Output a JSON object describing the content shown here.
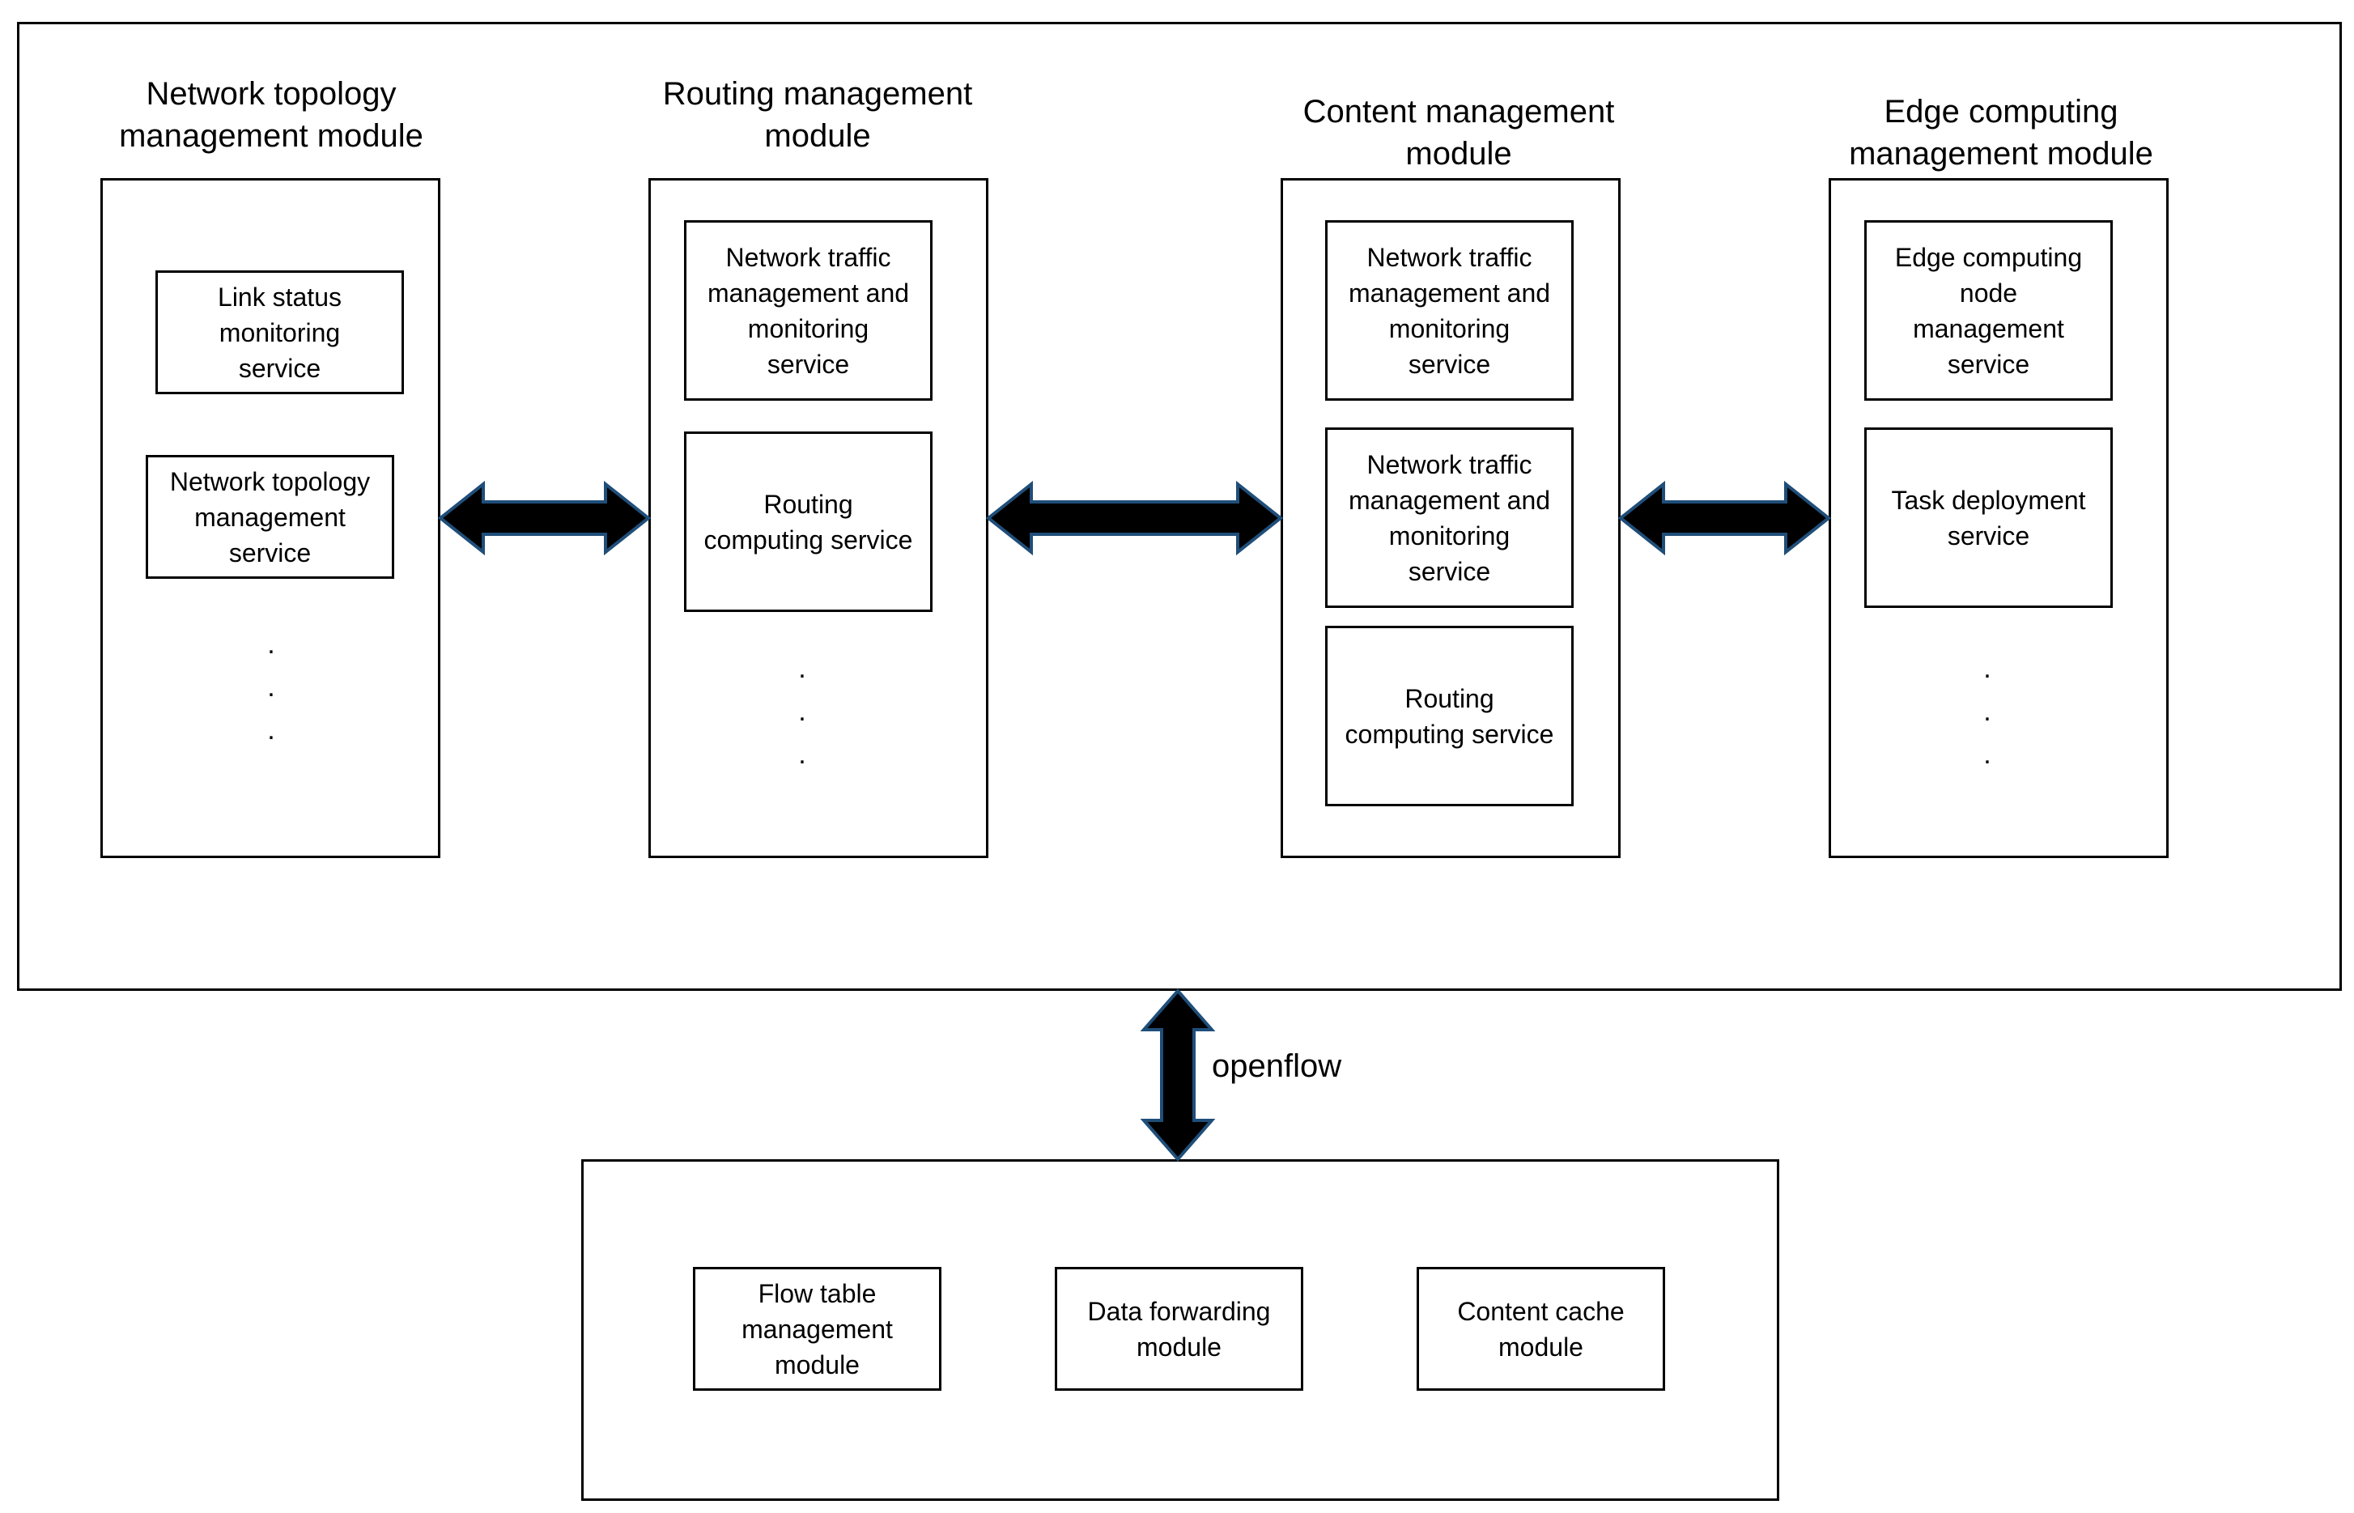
{
  "control_plane": {
    "modules": [
      {
        "title": "Network topology\nmanagement module",
        "services": [
          "Link status\nmonitoring\nservice",
          "Network topology\nmanagement\nservice"
        ],
        "ellipsis": ".\n.\n."
      },
      {
        "title": "Routing management\nmodule",
        "services": [
          "Network traffic\nmanagement and\nmonitoring\nservice",
          "Routing\ncomputing service"
        ],
        "ellipsis": ".\n.\n."
      },
      {
        "title": "Content management\nmodule",
        "services": [
          "Network traffic\nmanagement and\nmonitoring\nservice",
          "Network traffic\nmanagement and\nmonitoring\nservice",
          "Routing\ncomputing service"
        ]
      },
      {
        "title": "Edge computing\nmanagement module",
        "services": [
          "Edge computing\nnode\nmanagement\nservice",
          "Task deployment\nservice"
        ],
        "ellipsis": ".\n.\n."
      }
    ]
  },
  "interface_label": "openflow",
  "data_plane": {
    "modules": [
      "Flow table\nmanagement\nmodule",
      "Data forwarding\nmodule",
      "Content cache\nmodule"
    ]
  }
}
